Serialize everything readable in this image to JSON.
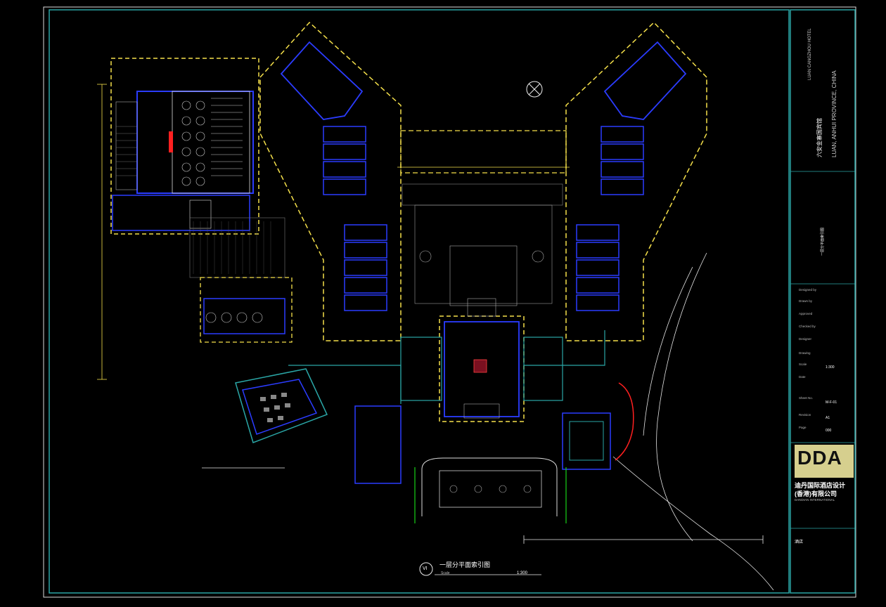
{
  "drawing": {
    "title": "一层分平面索引图",
    "title_number": "VI",
    "scale_label": "Scale",
    "scale_value": "1:300"
  },
  "title_block": {
    "project_cn": "六安金寨国宾馆",
    "project_en": "LUAN CANGZHOU HOTEL",
    "location": "LUAN, ANHUI PROVINCE, CHINA",
    "drawing_name": "一层分平面索引图",
    "rows": [
      {
        "label": "Designed by",
        "value": ""
      },
      {
        "label": "Drawn by",
        "value": ""
      },
      {
        "label": "Approved",
        "value": ""
      },
      {
        "label": "Checked by",
        "value": ""
      },
      {
        "label": "Designer",
        "value": ""
      },
      {
        "label": "Drawing",
        "value": ""
      }
    ],
    "scale_label": "Scale",
    "scale_value": "1:300",
    "date_label": "Date",
    "sheet_label": "Sheet No.",
    "sheet_value": "M-F-01",
    "revision_label": "Revision",
    "revision_value": "A1",
    "page_label": "Page",
    "page_value": "000",
    "logo": "DDA",
    "company_cn_1": "迪丹国际酒店设计",
    "company_cn_2": "(香港)有限公司",
    "company_en": "DANDIAN INTERNATIONAL",
    "owner_label": "酒店"
  },
  "colors": {
    "yellow_dash": "#f5e04a",
    "blue_wall": "#2b3cff",
    "cyan_frame": "#2aa6a6",
    "white_line": "#e6e6e6",
    "red_mark": "#ff2020",
    "green_mark": "#19d219",
    "logo_bg": "#d6cf8e"
  },
  "icons": {
    "north_arrow": "north-arrow-icon",
    "title_symbol": "drawing-title-circle-icon"
  }
}
